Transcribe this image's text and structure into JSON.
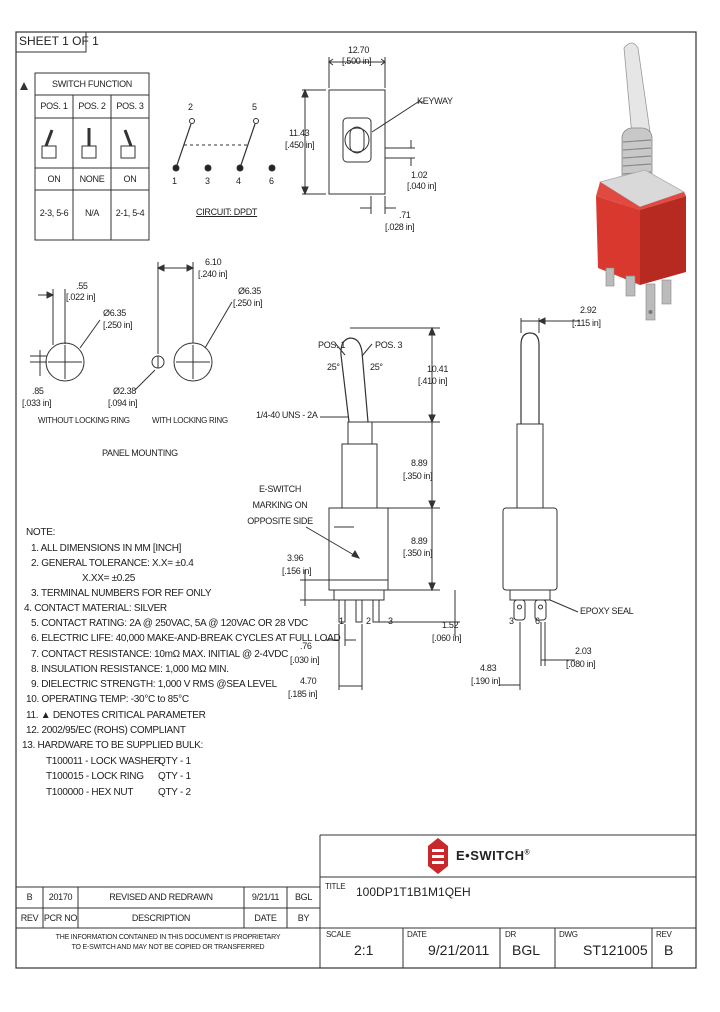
{
  "sheet_label": "SHEET 1 OF 1",
  "switch_function": {
    "title": "SWITCH FUNCTION",
    "positions": [
      "POS. 1",
      "POS. 2",
      "POS. 3"
    ],
    "states": [
      "ON",
      "NONE",
      "ON"
    ],
    "connections": [
      "2-3, 5-6",
      "N/A",
      "2-1, 5-4"
    ]
  },
  "circuit": {
    "terminals_top": [
      "2",
      "5"
    ],
    "terminals_bottom": [
      "1",
      "3",
      "4",
      "6"
    ],
    "label": "CIRCUIT: DPDT"
  },
  "top_view": {
    "width_mm": "12.70",
    "width_in": "[.500 in]",
    "height_mm": "11.43",
    "height_in": "[.450 in]",
    "keyway_label": "KEYWAY",
    "keyway_mm": "1.02",
    "keyway_in": "[.040 in]",
    "offset_mm": ".71",
    "offset_in": "[.028 in]"
  },
  "panel": {
    "keyway_mm": ".55",
    "keyway_in": "[.022 in]",
    "dia1_mm": "Ø6.35",
    "dia1_in": "[.250 in]",
    "small_mm": ".85",
    "small_in": "[.033 in]",
    "without_ring": "WITHOUT LOCKING RING",
    "width_mm": "6.10",
    "width_in": "[.240 in]",
    "dia2_mm": "Ø6.35",
    "dia2_in": "[.250 in]",
    "hole_mm": "Ø2.38",
    "hole_in": "[.094 in]",
    "with_ring": "WITH LOCKING RING",
    "caption": "PANEL MOUNTING"
  },
  "side_view": {
    "pos1": "POS. 1",
    "pos3": "POS. 3",
    "angle1": "25°",
    "angle2": "25°",
    "lever_mm": "10.41",
    "lever_in": "[.410 in]",
    "thread": "1/4-40 UNS - 2A",
    "bushing_mm": "8.89",
    "bushing_in": "[.350 in]",
    "marking_line1": "E-SWITCH",
    "marking_line2": "MARKING ON",
    "marking_line3": "OPPOSITE SIDE",
    "body_mm": "8.89",
    "body_in": "[.350 in]",
    "term_mm": "3.96",
    "term_in": "[.156 in]",
    "pin_labels": [
      "1",
      "2",
      "3"
    ],
    "pin_len_mm": "1.52",
    "pin_len_in": "[.060 in]",
    "pin_w_mm": ".76",
    "pin_w_in": "[.030 in]",
    "pitch_mm": "4.70",
    "pitch_in": "[.185 in]"
  },
  "end_view": {
    "lever_mm": "2.92",
    "lever_in": "[.115 in]",
    "epoxy": "EPOXY SEAL",
    "pin_labels": [
      "3",
      "6"
    ],
    "pitch_mm": "2.03",
    "pitch_in": "[.080 in]",
    "width_mm": "4.83",
    "width_in": "[.190 in]"
  },
  "notes": [
    "NOTE:",
    "1. ALL DIMENSIONS IN MM [INCH]",
    "2. GENERAL TOLERANCE: X.X= ±0.4",
    "X.XX= ±0.25",
    "3. TERMINAL NUMBERS FOR REF ONLY",
    "4. CONTACT MATERIAL: SILVER",
    "5. CONTACT RATING: 2A @ 250VAC, 5A @ 120VAC OR 28 VDC",
    "6. ELECTRIC LIFE: 40,000 MAKE-AND-BREAK CYCLES AT FULL LOAD",
    "7. CONTACT RESISTANCE: 10mΩ MAX. INITIAL @ 2-4VDC",
    "8. INSULATION RESISTANCE: 1,000 MΩ MIN.",
    "9. DIELECTRIC STRENGTH: 1,000 V RMS @SEA LEVEL",
    "10. OPERATING TEMP: -30°C to 85°C",
    "11. ▲ DENOTES CRITICAL PARAMETER",
    "12. 2002/95/EC (ROHS) COMPLIANT",
    "13. HARDWARE TO BE SUPPLIED BULK:"
  ],
  "hardware": [
    {
      "part": "T100011 - LOCK WASHER",
      "qty": "QTY - 1"
    },
    {
      "part": "T100015 - LOCK RING",
      "qty": "QTY - 1"
    },
    {
      "part": "T100000 - HEX NUT",
      "qty": "QTY - 2"
    }
  ],
  "brand": "E•SWITCH",
  "brand_mark": "®",
  "title_label": "TITLE",
  "title_value": "100DP1T1B1M1QEH",
  "revision_row": {
    "rev": "B",
    "pcr": "20170",
    "description": "REVISED AND REDRAWN",
    "date": "9/21/11",
    "by": "BGL"
  },
  "revision_headers": {
    "rev": "REV",
    "pcr": "PCR NO",
    "description": "DESCRIPTION",
    "date": "DATE",
    "by": "BY"
  },
  "proprietary_1": "THE INFORMATION CONTAINED IN THIS DOCUMENT IS PROPRIETARY",
  "proprietary_2": "TO E-SWITCH AND MAY NOT BE COPIED OR TRANSFERRED",
  "scale_label": "SCALE",
  "scale_value": "2:1",
  "date_label": "DATE",
  "date_value": "9/21/2011",
  "dr_label": "DR",
  "dr_value": "BGL",
  "dwg_label": "DWG",
  "dwg_value": "ST121005",
  "rev_label": "REV",
  "rev_value": "B",
  "colors": {
    "red": "#d4302b",
    "line": "#333333",
    "silver": "#cfcfcf"
  }
}
